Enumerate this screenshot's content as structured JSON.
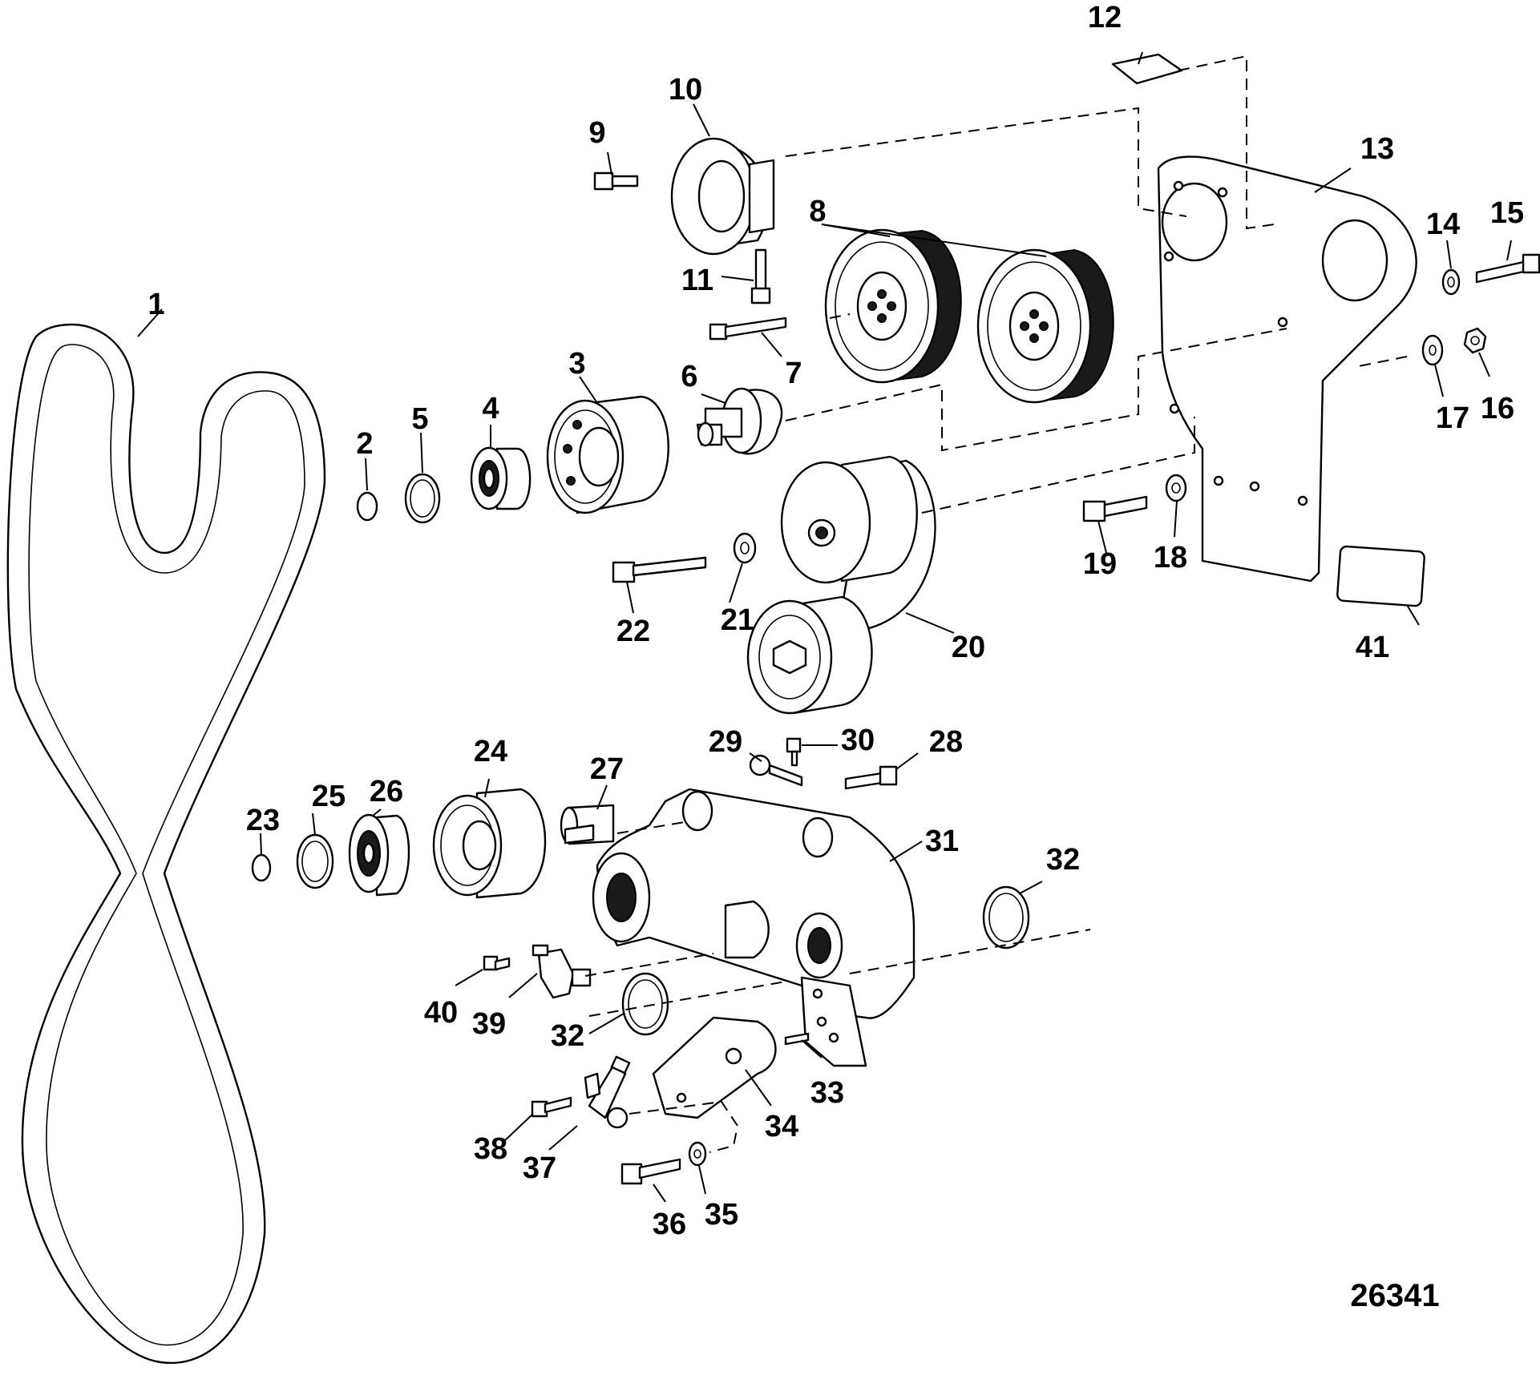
{
  "figure_number": "26341",
  "callouts": {
    "c1": "1",
    "c2": "2",
    "c3": "3",
    "c4": "4",
    "c5": "5",
    "c6": "6",
    "c7": "7",
    "c8": "8",
    "c9": "9",
    "c10": "10",
    "c11": "11",
    "c12": "12",
    "c13": "13",
    "c14": "14",
    "c15": "15",
    "c16": "16",
    "c17": "17",
    "c18": "18",
    "c19": "19",
    "c20": "20",
    "c21": "21",
    "c22": "22",
    "c23": "23",
    "c24": "24",
    "c25": "25",
    "c26": "26",
    "c27": "27",
    "c28": "28",
    "c29": "29",
    "c30": "30",
    "c31": "31",
    "c32a": "32",
    "c32b": "32",
    "c33": "33",
    "c34": "34",
    "c35": "35",
    "c36": "36",
    "c37": "37",
    "c38": "38",
    "c39": "39",
    "c40": "40",
    "c41": "41"
  }
}
